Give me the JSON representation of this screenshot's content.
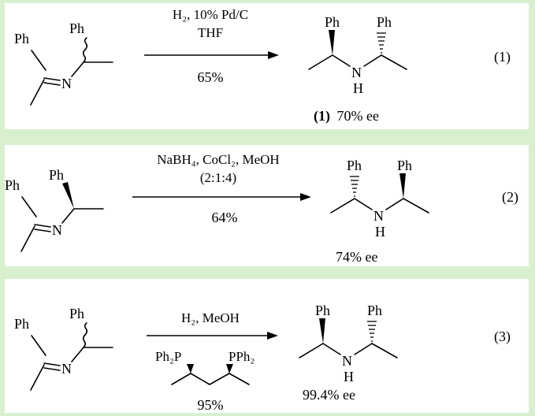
{
  "colors": {
    "background": "#d9f0ce",
    "panel": "#ffffff",
    "ink": "#000000"
  },
  "atoms": {
    "ph": "Ph",
    "n": "N",
    "h": "H",
    "ph2p": "Ph₂P",
    "pph2": "PPh₂"
  },
  "reactions": [
    {
      "conditions_top": "H₂, 10% Pd/C",
      "conditions_mid": "THF",
      "yield": "65%",
      "compound_label": "(1)",
      "ee": "70% ee",
      "number": "(1)"
    },
    {
      "conditions_top": "NaBH₄, CoCl₂, MeOH",
      "conditions_mid": "(2:1:4)",
      "yield": "64%",
      "ee": "74% ee",
      "number": "(2)"
    },
    {
      "conditions_top": "H₂, MeOH",
      "yield": "95%",
      "ee": "99.4% ee",
      "number": "(3)"
    }
  ]
}
